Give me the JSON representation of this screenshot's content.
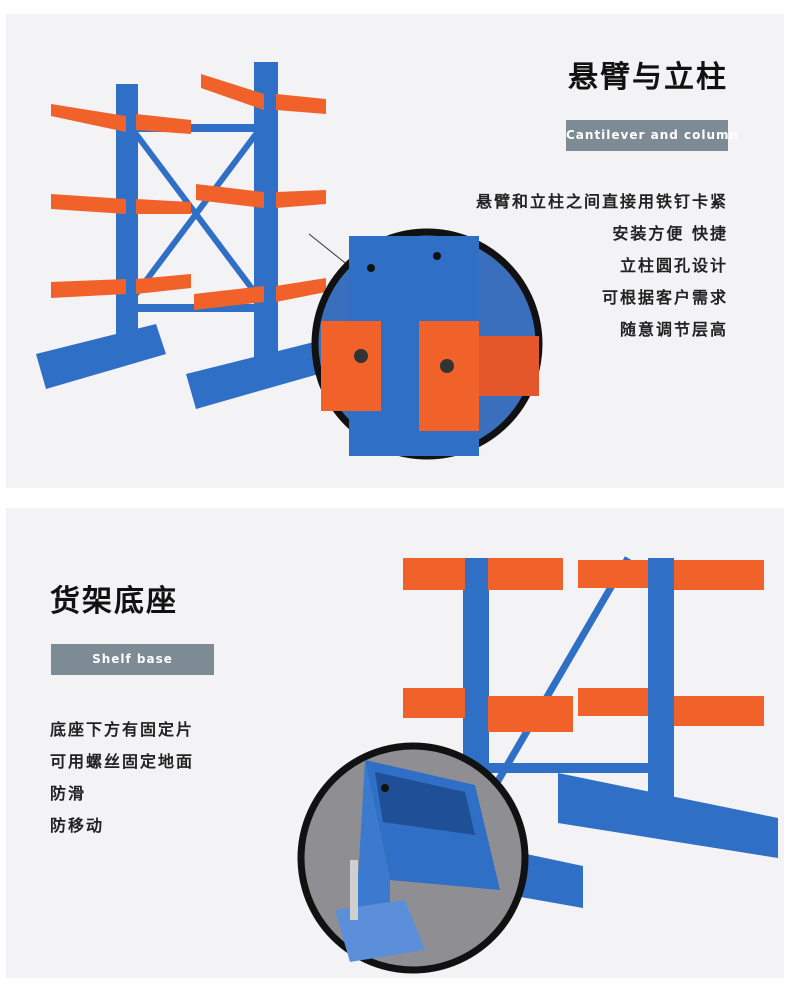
{
  "colors": {
    "blue": "#2f6fc6",
    "blue_dark": "#1f4f96",
    "orange": "#f0622a",
    "orange_dark": "#c84a1c",
    "tag_bg": "#7d8b94"
  },
  "section1": {
    "title": "悬臂与立柱",
    "tag": "Cantilever and column",
    "lines": [
      "悬臂和立柱之间直接用铁钉卡紧",
      "安装方便 快捷",
      "立柱圆孔设计",
      "可根据客户需求",
      "随意调节层高"
    ]
  },
  "section2": {
    "title": "货架底座",
    "tag": "Shelf base",
    "lines": [
      "底座下方有固定片",
      "可用螺丝固定地面",
      "防滑",
      "防移动"
    ]
  }
}
